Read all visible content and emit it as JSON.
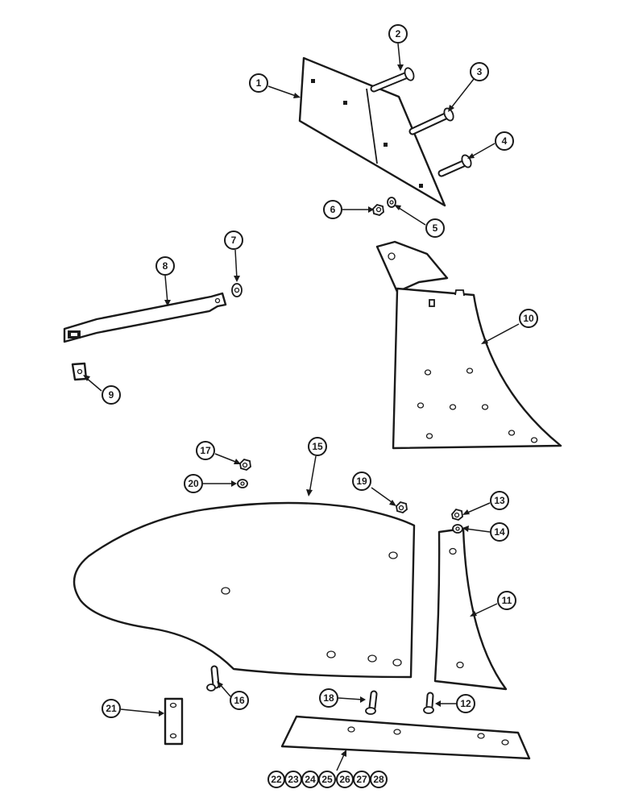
{
  "diagram": {
    "callouts": [
      "1",
      "2",
      "3",
      "4",
      "5",
      "6",
      "7",
      "8",
      "9",
      "10",
      "11",
      "12",
      "13",
      "14",
      "15",
      "16",
      "17",
      "18",
      "19",
      "20",
      "21"
    ],
    "group_callouts": [
      "22",
      "23",
      "24",
      "25",
      "26",
      "27",
      "28"
    ]
  }
}
